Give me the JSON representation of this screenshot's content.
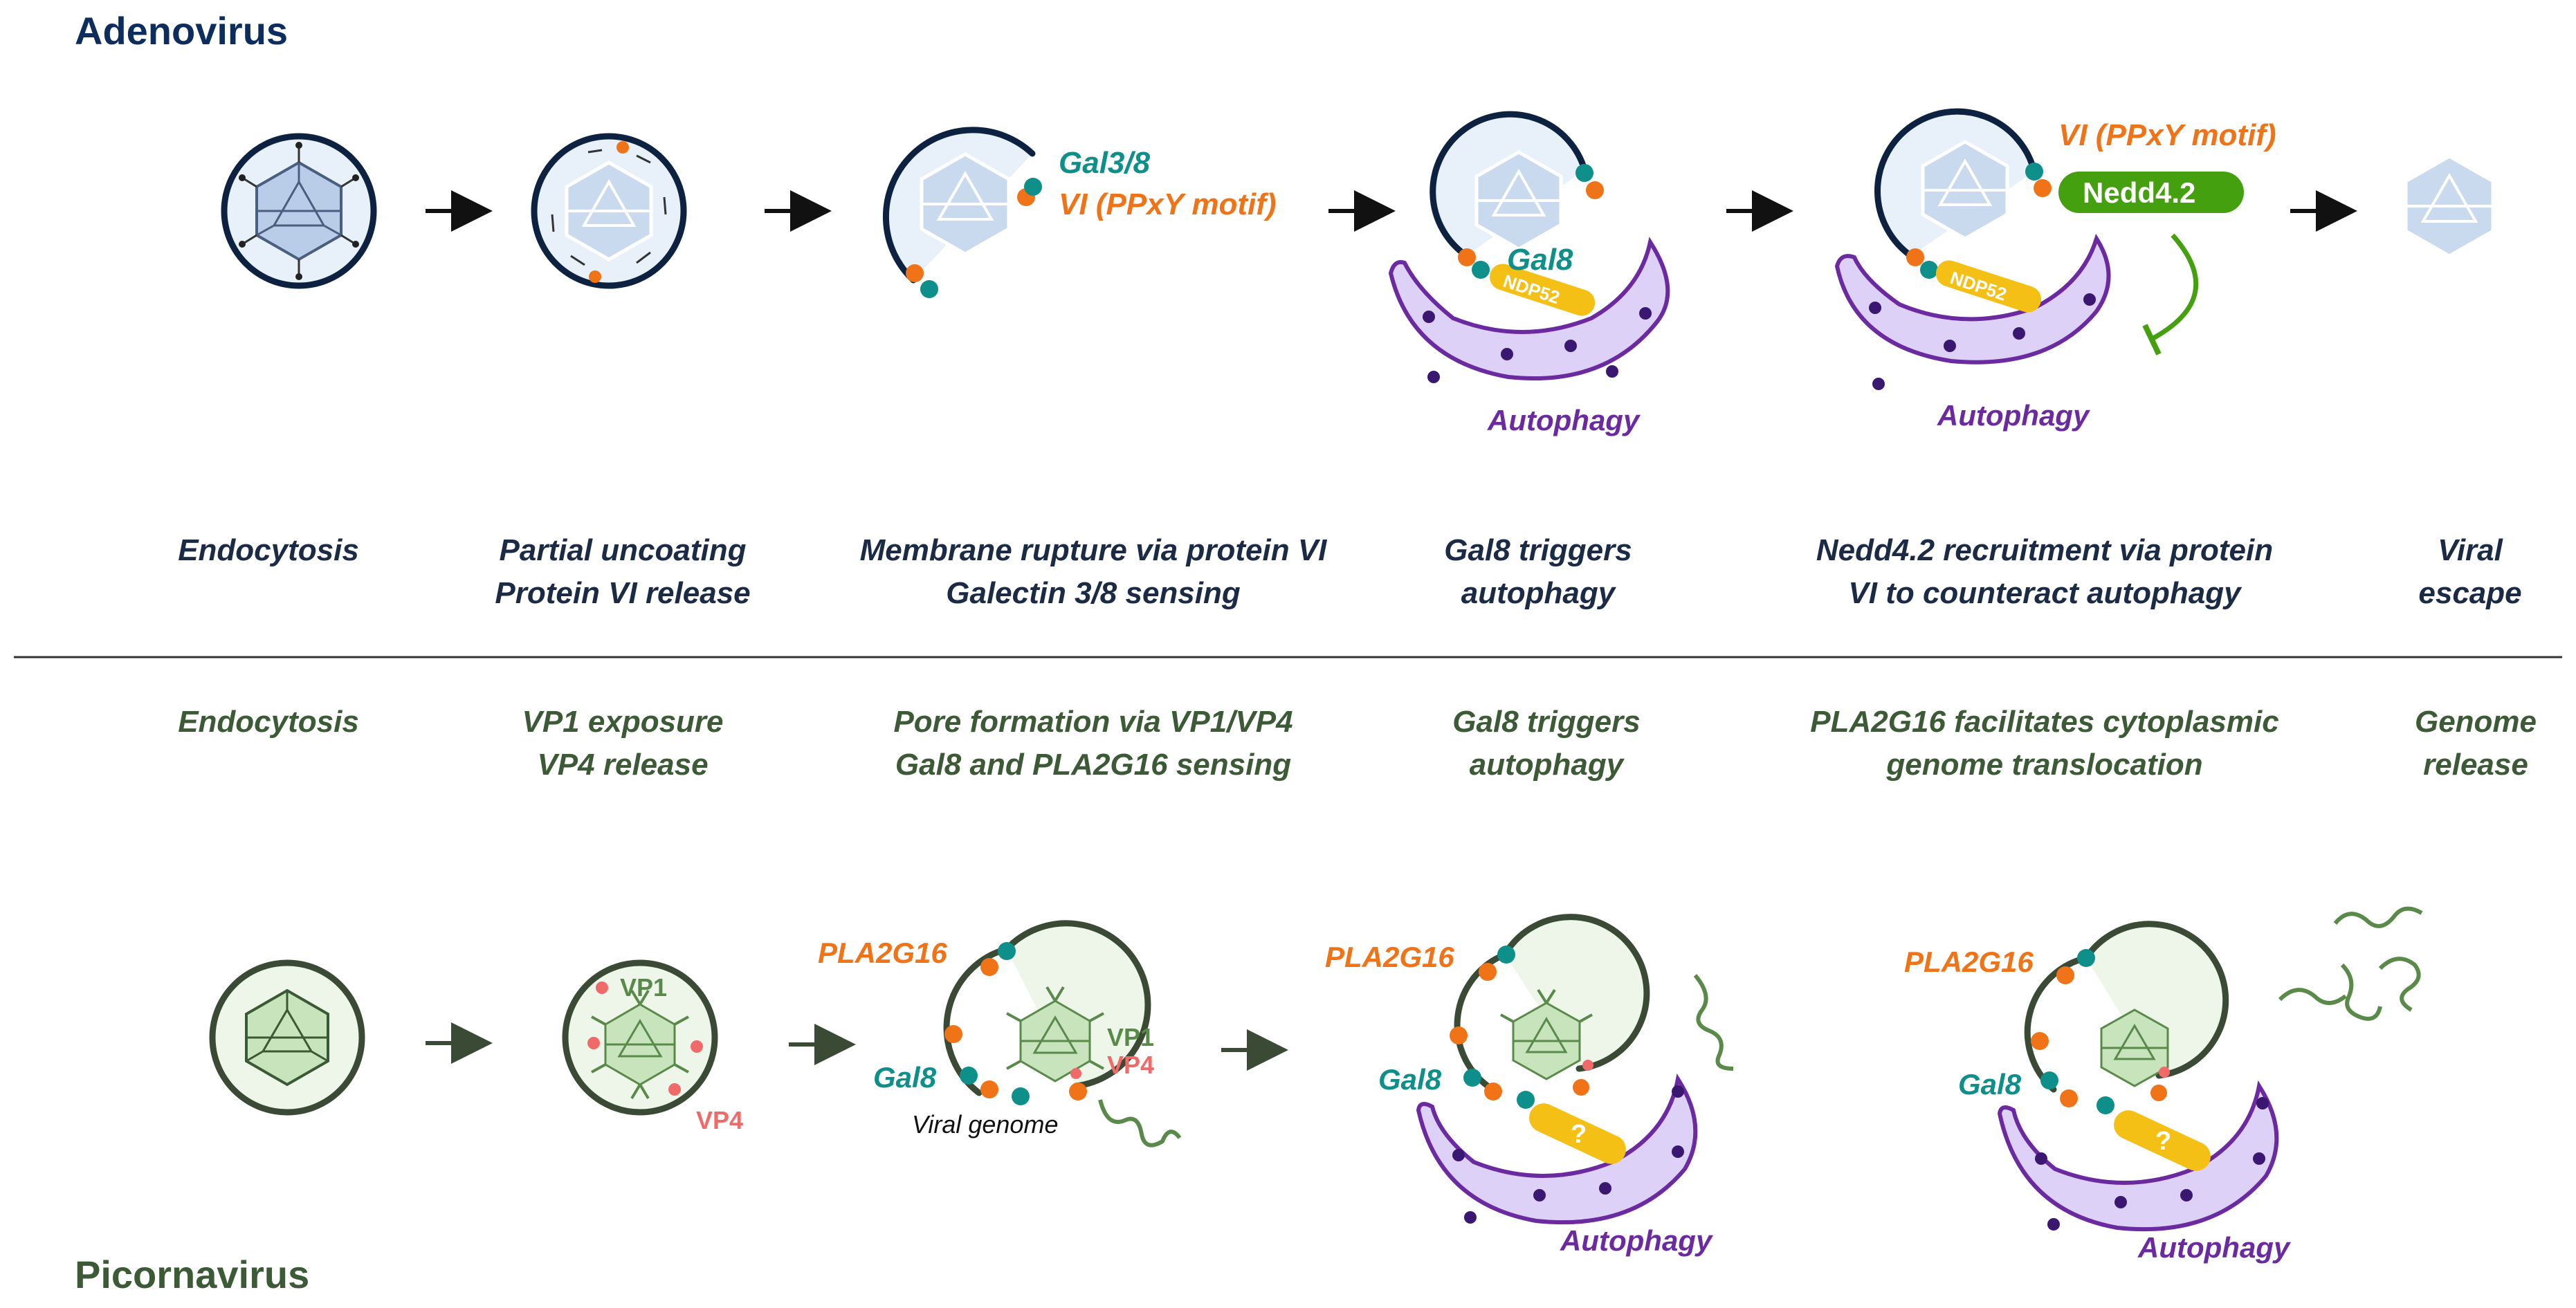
{
  "sections": {
    "adenovirus": {
      "title": "Adenovirus",
      "labels": {
        "gal38": "Gal3/8",
        "vi_motif_1": "VI (PPxY motif)",
        "gal8": "Gal8",
        "ndp52_1": "NDP52",
        "autophagy_1": "Autophagy",
        "vi_motif_2": "VI (PPxY motif)",
        "nedd": "Nedd4.2",
        "ndp52_2": "NDP52",
        "autophagy_2": "Autophagy"
      },
      "captions": [
        {
          "l1": "Endocytosis",
          "l2": ""
        },
        {
          "l1": "Partial uncoating",
          "l2": "Protein VI release"
        },
        {
          "l1": "Membrane rupture via protein VI",
          "l2": "Galectin 3/8 sensing"
        },
        {
          "l1": "Gal8 triggers",
          "l2": "autophagy"
        },
        {
          "l1": "Nedd4.2 recruitment via protein",
          "l2": "VI to counteract autophagy"
        },
        {
          "l1": "Viral",
          "l2": "escape"
        }
      ]
    },
    "picornavirus": {
      "title": "Picornavirus",
      "labels": {
        "vp1_a": "VP1",
        "vp4_a": "VP4",
        "pla_1": "PLA2G16",
        "gal8_1": "Gal8",
        "vp1_b": "VP1",
        "vp4_b": "VP4",
        "viral_genome": "Viral genome",
        "pla_2": "PLA2G16",
        "gal8_2": "Gal8",
        "unknown_2": "?",
        "autophagy_2": "Autophagy",
        "pla_3": "PLA2G16",
        "gal8_3": "Gal8",
        "unknown_3": "?",
        "autophagy_3": "Autophagy"
      },
      "captions": [
        {
          "l1": "Endocytosis",
          "l2": ""
        },
        {
          "l1": "VP1  exposure",
          "l2": "VP4 release"
        },
        {
          "l1": "Pore formation via VP1/VP4",
          "l2": "Gal8 and PLA2G16 sensing"
        },
        {
          "l1": "Gal8 triggers",
          "l2": "autophagy"
        },
        {
          "l1": "PLA2G16 facilitates cytoplasmic",
          "l2": "genome translocation"
        },
        {
          "l1": "Genome",
          "l2": "release"
        }
      ]
    }
  },
  "colors": {
    "adeno_title": "#0d2d5e",
    "adeno_outline": "#0d2240",
    "adeno_caption": "#1c2b45",
    "adeno_capsid": "#c2d3eb",
    "adeno_vesicle_fill": "#e8f1fa",
    "picorna_title": "#3b5a35",
    "picorna_outline": "#3a4a35",
    "picorna_capsid": "#c7e4bd",
    "picorna_vesicle_fill": "#eef6ea",
    "orange": "#f07318",
    "teal": "#0e8f8a",
    "purple": "#6b2aa0",
    "purple_fill": "#ddd1f7",
    "purple_dot": "#3a1770",
    "yellow": "#f5c016",
    "green_nedd": "#45a010",
    "vp4_pink": "#f06a6a",
    "genome_green": "#5a8a4a"
  }
}
